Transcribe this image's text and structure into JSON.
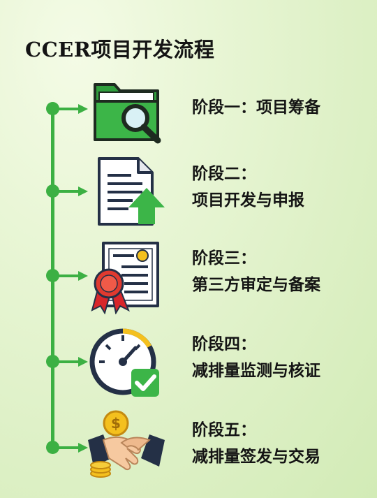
{
  "title": "CCER项目开发流程",
  "stages": [
    {
      "line1": "阶段一：项目筹备",
      "line2": "",
      "icon": "folder-search-icon"
    },
    {
      "line1": "阶段二：",
      "line2": "项目开发与申报",
      "icon": "document-upload-icon"
    },
    {
      "line1": "阶段三：",
      "line2": "第三方审定与备案",
      "icon": "certificate-ribbon-icon"
    },
    {
      "line1": "阶段四：",
      "line2": "减排量监测与核证",
      "icon": "gauge-check-icon"
    },
    {
      "line1": "阶段五：",
      "line2": "减排量签发与交易",
      "icon": "handshake-coins-icon"
    }
  ],
  "colors": {
    "accent": "#3cb043",
    "text": "#141414"
  }
}
